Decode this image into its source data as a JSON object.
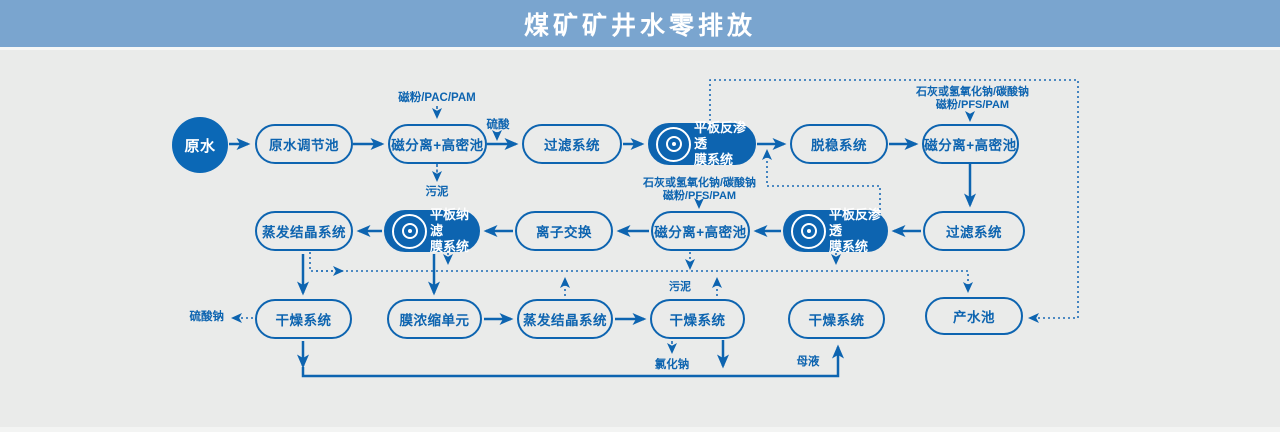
{
  "header": {
    "title": "煤矿矿井水零排放"
  },
  "colors": {
    "accent": "#0d64b0",
    "header_bg": "#7aa5cf",
    "canvas_bg": "#eaebea",
    "node_text_light": "#ffffff"
  },
  "nodes": [
    {
      "id": "raw-water",
      "label": "原水"
    },
    {
      "id": "raw-water-regulating-pool",
      "label": "原水调节池"
    },
    {
      "id": "magnetic-separation-high-density-pool-1",
      "label": "磁分离+高密池"
    },
    {
      "id": "filtration-system-1",
      "label": "过滤系统"
    },
    {
      "id": "flat-ro-membrane-system-1",
      "label": "平板反渗透",
      "label2": "膜系统",
      "icon": "membrane-disc-icon"
    },
    {
      "id": "destabilization-system",
      "label": "脱稳系统"
    },
    {
      "id": "magnetic-separation-high-density-pool-2",
      "label": "磁分离+高密池"
    },
    {
      "id": "evaporation-crystallization-system-1",
      "label": "蒸发结晶系统"
    },
    {
      "id": "flat-nf-membrane-system",
      "label": "平板纳滤",
      "label2": "膜系统",
      "icon": "membrane-disc-icon"
    },
    {
      "id": "ion-exchange",
      "label": "离子交换"
    },
    {
      "id": "magnetic-separation-high-density-pool-3",
      "label": "磁分离+高密池"
    },
    {
      "id": "flat-ro-membrane-system-2",
      "label": "平板反渗透",
      "label2": "膜系统",
      "icon": "membrane-disc-icon"
    },
    {
      "id": "filtration-system-2",
      "label": "过滤系统"
    },
    {
      "id": "drying-system-1",
      "label": "干燥系统"
    },
    {
      "id": "membrane-concentration-unit",
      "label": "膜浓缩单元"
    },
    {
      "id": "evaporation-crystallization-system-2",
      "label": "蒸发结晶系统"
    },
    {
      "id": "drying-system-2",
      "label": "干燥系统"
    },
    {
      "id": "drying-system-3",
      "label": "干燥系统"
    },
    {
      "id": "product-water-pool",
      "label": "产水池"
    }
  ],
  "labels": {
    "reagent_pac": "磁粉/PAC/PAM",
    "sulfuric_acid": "硫酸",
    "sludge": "污泥",
    "lime_caustic": "石灰或氢氧化钠/碳酸钠",
    "reagent_pfs": "磁粉/PFS/PAM",
    "sodium_sulfate": "硫酸钠",
    "sodium_chloride": "氯化钠",
    "mother_liquor": "母液"
  }
}
